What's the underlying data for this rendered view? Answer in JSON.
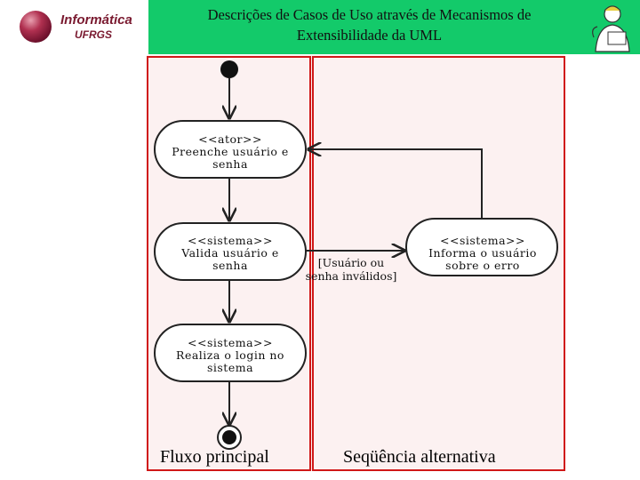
{
  "header": {
    "logo_line1": "Informática",
    "logo_line2": "UFRGS",
    "title_line1": "Descrições de Casos de Uso através de Mecanismos de",
    "title_line2": "Extensibilidade da UML"
  },
  "diagram": {
    "nodes": [
      {
        "stereotype": "<<ator>>",
        "lines": [
          "Preenche usuário e",
          "senha"
        ]
      },
      {
        "stereotype": "<<sistema>>",
        "lines": [
          "Valida usuário e",
          "senha"
        ]
      },
      {
        "stereotype": "<<sistema>>",
        "lines": [
          "Realiza o login no",
          "sistema"
        ]
      },
      {
        "stereotype": "<<sistema>>",
        "lines": [
          "Informa o usuário",
          "sobre o erro"
        ]
      }
    ],
    "guard": [
      "[Usuário ou",
      "senha inválidos]"
    ],
    "lanes": [
      "Fluxo principal",
      "Seqüência alternativa"
    ]
  },
  "colors": {
    "header_bg": "#13ca6a",
    "lane_border": "#d01818",
    "lane_bg": "#fcf1f1"
  }
}
